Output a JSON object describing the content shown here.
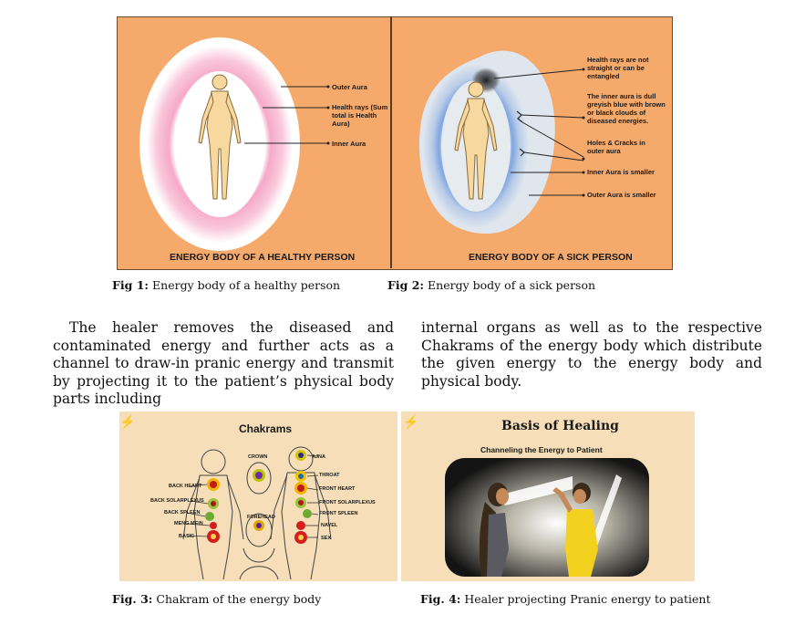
{
  "fig1": {
    "labels": {
      "outer_aura": "Outer Aura",
      "health_rays": "Health rays (Sum total is Health Aura)",
      "inner_aura": "Inner Aura"
    },
    "panel_title": "ENERGY BODY OF A HEALTHY PERSON",
    "caption_num": "Fig 1:",
    "caption_text": "Energy body of a healthy person"
  },
  "fig2": {
    "labels": {
      "rays": "Health rays are not straight or can be entangled",
      "inner_dull": "The inner aura is dull greyish blue with brown or black clouds of diseased energies.",
      "holes": "Holes & Cracks in outer aura",
      "inner_small": "Inner Aura is smaller",
      "outer_small": "Outer Aura is smaller"
    },
    "panel_title": "ENERGY BODY OF A SICK PERSON",
    "caption_num": "Fig 2:",
    "caption_text": "Energy body of a sick person"
  },
  "body_text": {
    "left": "The healer removes the diseased and contaminated energy and further acts as a channel to draw-in pranic energy and transmit by projecting it to the patient’s physical body parts including",
    "right": "internal organs as well as to the respective Chakrams of the energy body which distribute the given energy to the energy body and physical body."
  },
  "fig3": {
    "title": "Chakrams",
    "labels": {
      "crown": "CROWN",
      "ajna": "AJNA",
      "throat": "THROAT",
      "back_heart": "BACK HEART",
      "front_heart": "FRONT HEART",
      "back_solar": "BACK SOLARPLEXUS",
      "front_solar": "FRONT SOLARPLEXUS",
      "back_spleen": "BACK SPLEEN",
      "front_spleen": "FRONT SPLEEN",
      "meng_mein": "MENG MEIN",
      "forehead": "FOREHEAD",
      "navel": "NAVEL",
      "basic": "BASIC",
      "sex": "SEX"
    },
    "caption_num": "Fig. 3:",
    "caption_text": "Chakram of the energy body"
  },
  "fig4": {
    "title": "Basis of Healing",
    "subtitle": "Channeling the Energy to Patient",
    "caption_num": "Fig. 4:",
    "caption_text": "Healer projecting Pranic energy to patient"
  },
  "colors": {
    "panel_orange": "#f5a96b",
    "panel_beige": "#f6dfb8",
    "healthy_aura": "#f2a0c0",
    "sick_aura": "#7fa6e0",
    "skin": "#f7d9a0"
  }
}
